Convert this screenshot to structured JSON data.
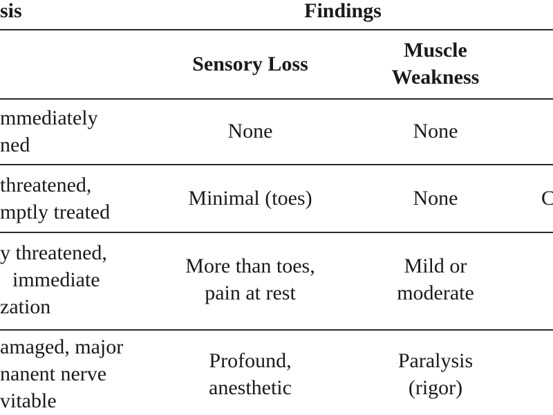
{
  "table": {
    "header": {
      "col_diagnosis_fragment": "sis",
      "findings": "Findings",
      "sensory_loss": "Sensory Loss",
      "muscle_weakness_l1": "Muscle",
      "muscle_weakness_l2": "Weakness"
    },
    "rows": [
      {
        "diagnosis_l1": "mmediately",
        "diagnosis_l2": "ned",
        "sensory": [
          "None"
        ],
        "muscle": [
          "None"
        ],
        "next_col_fragment": ""
      },
      {
        "diagnosis_l1": "threatened,",
        "diagnosis_l2": "mptly treated",
        "sensory": [
          "Minimal (toes)"
        ],
        "muscle": [
          "None"
        ],
        "next_col_fragment": "C"
      },
      {
        "diagnosis_l1": "y threatened,",
        "diagnosis_l2": "immediate",
        "diagnosis_l3": "zation",
        "sensory": [
          "More than toes,",
          "pain at rest"
        ],
        "muscle": [
          "Mild or",
          "moderate"
        ],
        "next_col_fragment": ""
      },
      {
        "diagnosis_l1": "amaged, major",
        "diagnosis_l2": "nanent nerve",
        "diagnosis_l3": "vitable",
        "sensory": [
          "Profound,",
          "anesthetic"
        ],
        "muscle": [
          "Paralysis",
          "(rigor)"
        ],
        "next_col_fragment": ""
      }
    ]
  }
}
